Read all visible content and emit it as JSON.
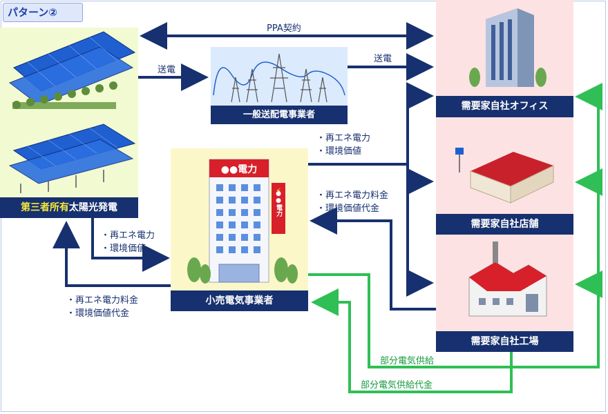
{
  "pattern_tag": "パターン②",
  "nodes": {
    "generator": {
      "highlight": "第三者所有",
      "rest": "太陽光発電"
    },
    "grid": {
      "label": "一般送配電事業者"
    },
    "retailer": {
      "label": "小売電気事業者",
      "sign": "●●電力",
      "vertical_sign": "●●電力"
    },
    "office": {
      "label": "需要家自社オフィス"
    },
    "shop": {
      "label": "需要家自社店舗"
    },
    "factory": {
      "label": "需要家自社工場"
    }
  },
  "flows": {
    "ppa": "PPA契約",
    "transmit_1": "送電",
    "transmit_2": "送電",
    "retail_to_customers": [
      "・再エネ電力",
      "・環境価値"
    ],
    "customers_to_retail": [
      "・再エネ電力料金",
      "・環境価値代金"
    ],
    "gen_to_retail": [
      "・再エネ電力",
      "・環境価値"
    ],
    "retail_to_gen": [
      "・再エネ電力料金",
      "・環境価値代金"
    ],
    "partial_supply": "部分電気供給",
    "partial_supply_fee": "部分電気供給代金"
  },
  "colors": {
    "navy": "#17306f",
    "green": "#2fbf56",
    "highlight": "#f5ea3a"
  }
}
